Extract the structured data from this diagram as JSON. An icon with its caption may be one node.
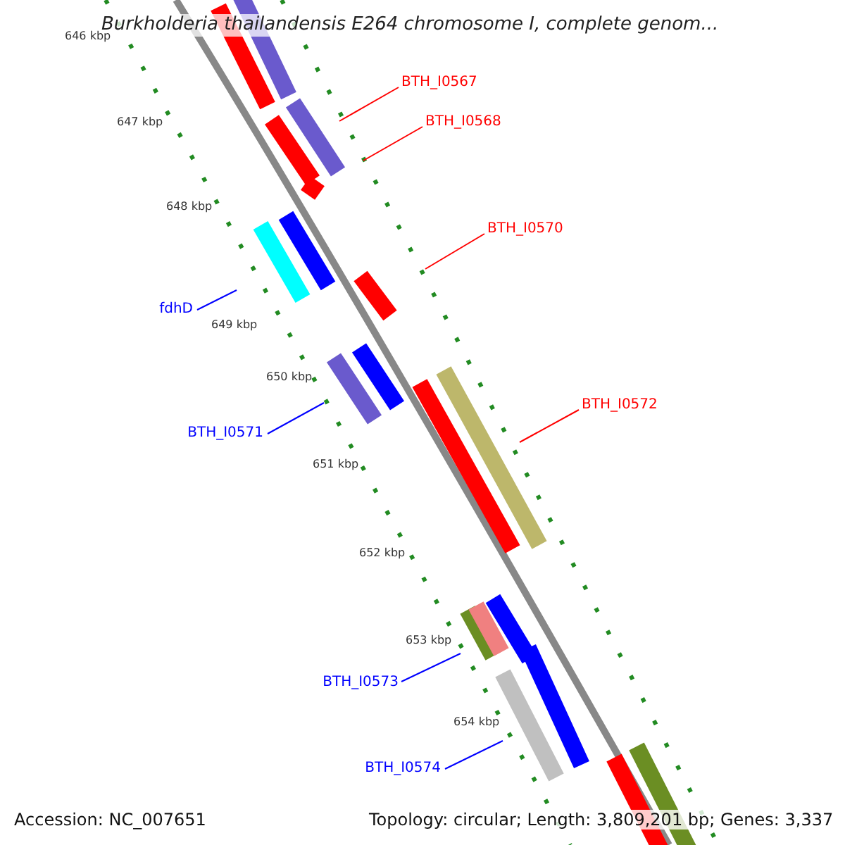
{
  "diagram": {
    "title": "Burkholderia thailandensis E264 chromosome I, complete genom...",
    "nodes": [
      {
        "text": [
          "BTH_I0567"
        ]
      },
      {
        "text": [
          "BTH_I0568"
        ]
      },
      {
        "text": [
          "BTH_I0570"
        ]
      },
      {
        "text": [
          "fdhD"
        ]
      },
      {
        "text": [
          "BTH_I0571"
        ]
      },
      {
        "text": [
          "BTH_I0572"
        ]
      },
      {
        "text": [
          "BTH_I0573"
        ]
      },
      {
        "text": [
          "BTH_I0574"
        ]
      }
    ],
    "edges": [
      {
        "from": 0,
        "to": null,
        "arrow": "none",
        "color": "#ff0000"
      },
      {
        "from": 1,
        "to": null,
        "arrow": "none",
        "color": "#ff0000"
      },
      {
        "from": 2,
        "to": null,
        "arrow": "none",
        "color": "#ff0000"
      },
      {
        "from": 3,
        "to": null,
        "arrow": "none",
        "color": "#0000ff"
      },
      {
        "from": 4,
        "to": null,
        "arrow": "none",
        "color": "#0000ff"
      },
      {
        "from": 5,
        "to": null,
        "arrow": "none",
        "color": "#ff0000"
      },
      {
        "from": 6,
        "to": null,
        "arrow": "none",
        "color": "#0000ff"
      },
      {
        "from": 7,
        "to": null,
        "arrow": "none",
        "color": "#0000ff"
      }
    ],
    "labels": [
      "646 kbp",
      "647 kbp",
      "648 kbp",
      "649 kbp",
      "650 kbp",
      "651 kbp",
      "652 kbp",
      "653 kbp",
      "654 kbp",
      "Accession: NC_007651",
      "Topology: circular; Length: 3,809,201 bp; Genes: 3,337"
    ]
  }
}
